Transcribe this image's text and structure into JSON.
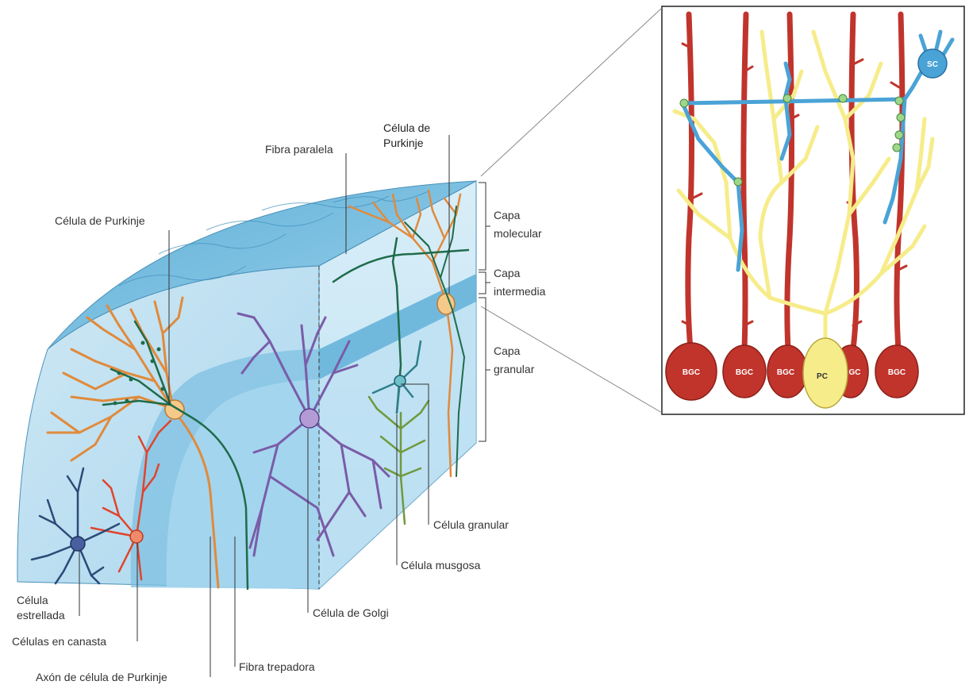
{
  "labels": {
    "purkinje_top": "Célula de Purkinje",
    "purkinje_right_line1": "Célula de",
    "purkinje_right_line2": "Purkinje",
    "fibra_paralela": "Fibra paralela",
    "capa_molecular_line1": "Capa",
    "capa_molecular_line2": "molecular",
    "capa_intermedia_line1": "Capa",
    "capa_intermedia_line2": "intermedia",
    "capa_granular_line1": "Capa",
    "capa_granular_line2": "granular",
    "celula_granular": "Célula granular",
    "celula_musgosa": "Célula musgosa",
    "celula_golgi": "Célula de Golgi",
    "estrellada_line1": "Célula",
    "estrellada_line2": "estrellada",
    "canasta": "Células en canasta",
    "axon_purkinje": "Axón de célula de Purkinje",
    "fibra_trepadora": "Fibra trepadora"
  },
  "inset": {
    "sc": "SC",
    "bgc_1": "BGC",
    "bgc_2": "BGC",
    "bgc_3": "BGC",
    "pc": "PC",
    "gc": "GC",
    "bgc_4": "BGC"
  },
  "colors": {
    "purkinje_dendrite": "#e08a3c",
    "climbing_fiber": "#1f6b4a",
    "golgi": "#7a5ca8",
    "stellate": "#2c4a78",
    "basket": "#e0442c",
    "granule": "#2f7f8a",
    "mossy": "#6f9a3c",
    "bergmann_glia": "#c0342c",
    "inset_pc": "#f6ec8a",
    "inset_sc": "#4aa3d6"
  }
}
